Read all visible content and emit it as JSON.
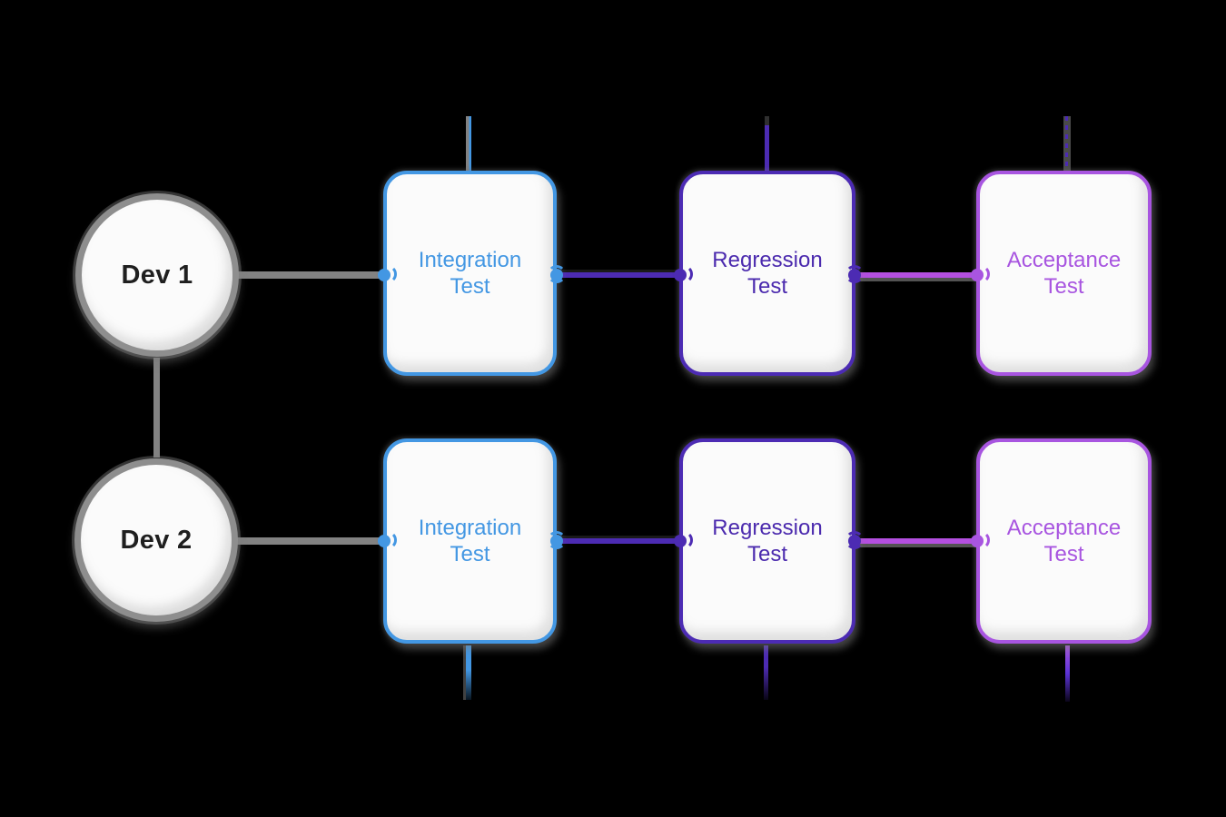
{
  "palette": {
    "background": "#000000",
    "gray_connector": "#828282",
    "blue": "#4397e3",
    "indigo": "#4b2aae",
    "indigo_line": "#4c2bb3",
    "purple": "#a855e0",
    "purple_line": "#b44fe0",
    "node_fill": "#fbfbfb",
    "circle_border": "#8e8e8e",
    "dev_label_color": "#1f1f1f"
  },
  "nodes": {
    "dev1": {
      "label": "Dev 1",
      "shape": "circle"
    },
    "dev2": {
      "label": "Dev 2",
      "shape": "circle"
    },
    "integration1": {
      "label": "Integration Test",
      "shape": "rounded-rect",
      "color": "blue"
    },
    "regression1": {
      "label": "Regression Test",
      "shape": "rounded-rect",
      "color": "indigo"
    },
    "acceptance1": {
      "label": "Acceptance Test",
      "shape": "rounded-rect",
      "color": "purple"
    },
    "integration2": {
      "label": "Integration Test",
      "shape": "rounded-rect",
      "color": "blue"
    },
    "regression2": {
      "label": "Regression Test",
      "shape": "rounded-rect",
      "color": "indigo"
    },
    "acceptance2": {
      "label": "Acceptance Test",
      "shape": "rounded-rect",
      "color": "purple"
    }
  },
  "edges": [
    {
      "from": "dev1",
      "to": "integration1",
      "color": "gray_connector"
    },
    {
      "from": "dev1",
      "to": "dev2",
      "color": "gray_connector"
    },
    {
      "from": "integration1",
      "to": "regression1",
      "color": "indigo_line"
    },
    {
      "from": "regression1",
      "to": "acceptance1",
      "color": "purple_line"
    },
    {
      "from": "dev2",
      "to": "integration2",
      "color": "gray_connector"
    },
    {
      "from": "integration2",
      "to": "regression2",
      "color": "indigo_line"
    },
    {
      "from": "regression2",
      "to": "acceptance2",
      "color": "purple_line"
    },
    {
      "from": "offscreen-top",
      "to": "integration1",
      "color": "blue"
    },
    {
      "from": "offscreen-top",
      "to": "regression1",
      "color": "indigo_line"
    },
    {
      "from": "offscreen-top",
      "to": "acceptance1",
      "color": "indigo_line"
    },
    {
      "from": "integration2",
      "to": "offscreen-bottom",
      "color": "blue"
    },
    {
      "from": "regression2",
      "to": "offscreen-bottom",
      "color": "indigo_line"
    },
    {
      "from": "acceptance2",
      "to": "offscreen-bottom",
      "color": "purple_line"
    }
  ]
}
